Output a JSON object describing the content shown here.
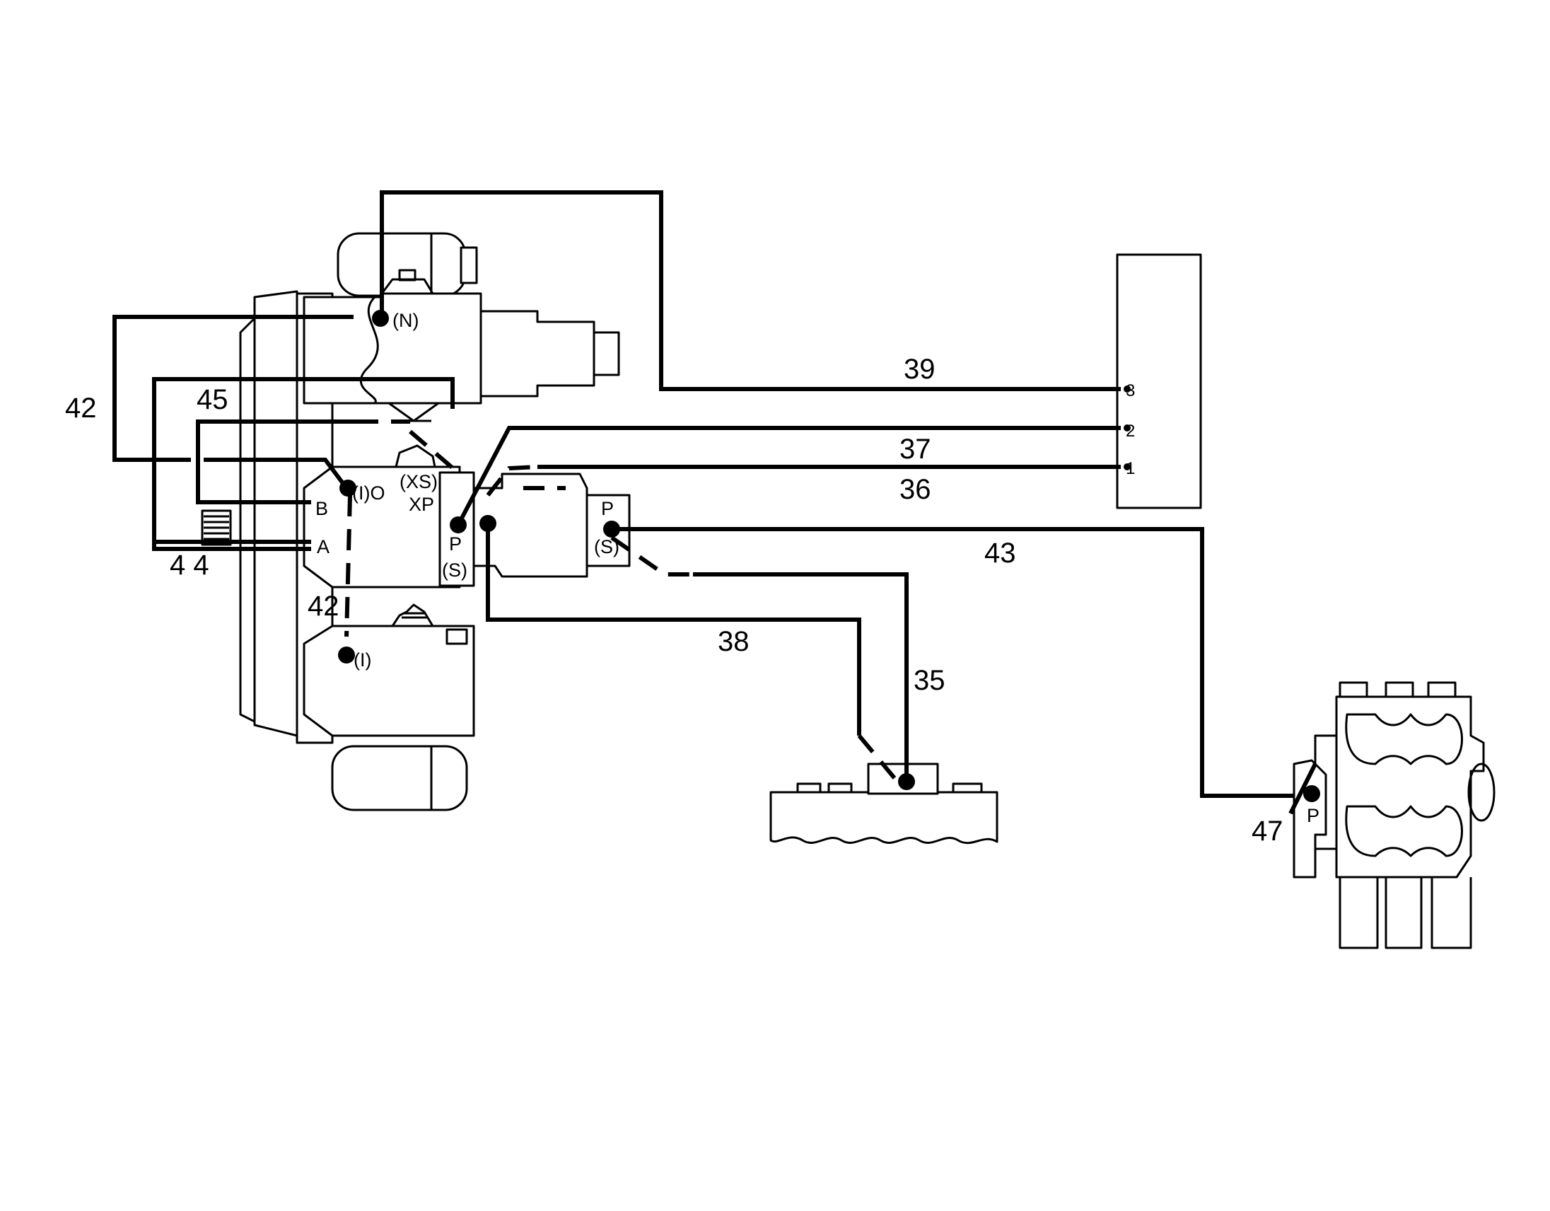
{
  "labels": {
    "l35": "35",
    "l36": "36",
    "l37": "37",
    "l38": "38",
    "l39": "39",
    "l42a": "42",
    "l42b": "42",
    "l43": "43",
    "l44": "4 4",
    "l45": "45",
    "l47": "47"
  },
  "ports": {
    "n": "(N)",
    "i_o": "(I)O",
    "xs": "(XS)",
    "xp": "XP",
    "b": "B",
    "a": "A",
    "p_main": "P",
    "s_main": "(S)",
    "p_right": "P",
    "s_right": "(S)",
    "i_lower": "(I)",
    "p_pump": "P"
  },
  "terminals": {
    "t3": "3",
    "t2": "2",
    "t1": "1"
  }
}
